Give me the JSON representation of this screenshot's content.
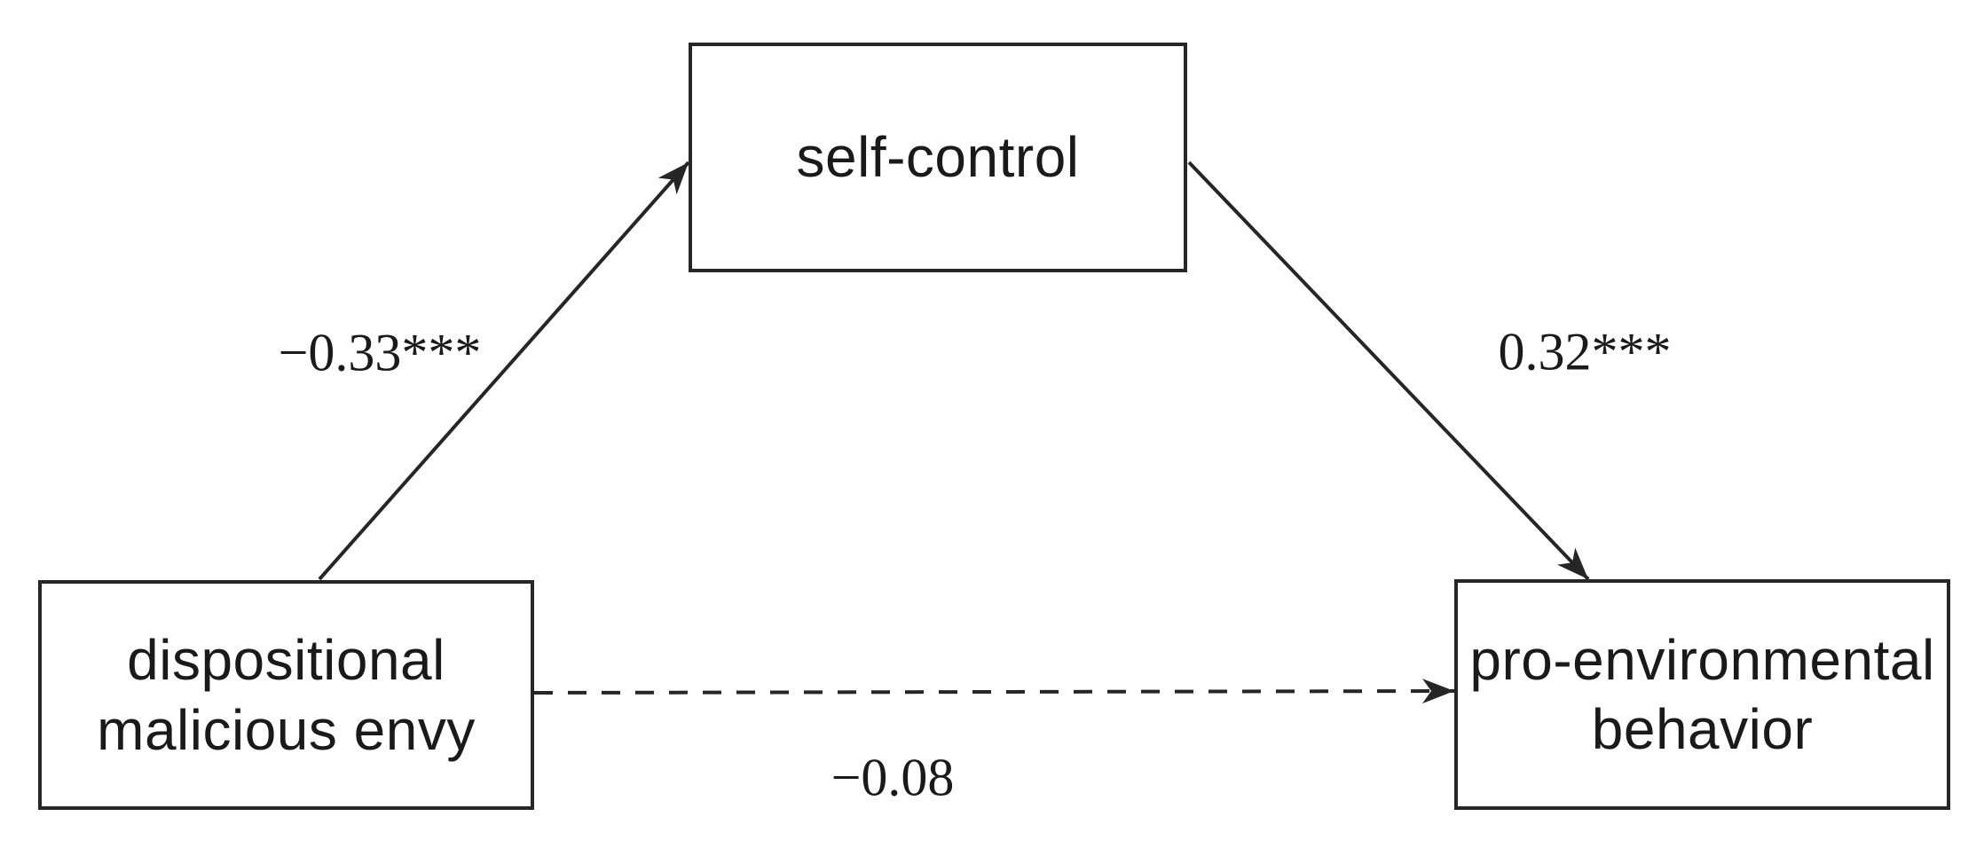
{
  "diagram": {
    "type": "mediation-path-model",
    "nodes": {
      "mediator": {
        "label": "self-control"
      },
      "predictor": {
        "label": "dispositional malicious envy",
        "line1": "dispositional",
        "line2": "malicious envy"
      },
      "outcome": {
        "label": "pro-environmental behavior",
        "line1": "pro-environmental",
        "line2": "behavior"
      }
    },
    "paths": {
      "a": {
        "from": "predictor",
        "to": "mediator",
        "label": "−0.33***",
        "style": "solid"
      },
      "b": {
        "from": "mediator",
        "to": "outcome",
        "label": "0.32***",
        "style": "solid"
      },
      "c": {
        "from": "predictor",
        "to": "outcome",
        "label": "−0.08",
        "style": "dashed"
      }
    },
    "colors": {
      "stroke": "#262626",
      "text": "#1a1a1a",
      "background": "#ffffff"
    }
  }
}
